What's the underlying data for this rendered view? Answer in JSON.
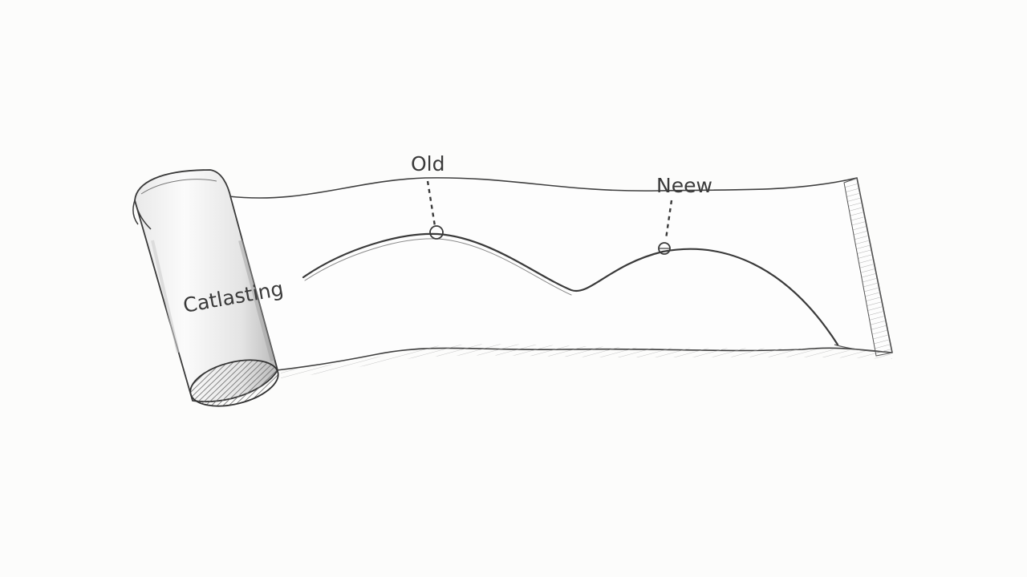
{
  "labels": {
    "roll": "Catlasting",
    "old": "Old",
    "new": "Neew"
  },
  "colors": {
    "background": "#fcfcfb",
    "ink": "#3a3a3a",
    "shade": "#9a9a9a"
  },
  "icons": {
    "roll": "paper-roll-icon",
    "old_marker": "circle-marker",
    "new_marker": "circle-marker"
  }
}
